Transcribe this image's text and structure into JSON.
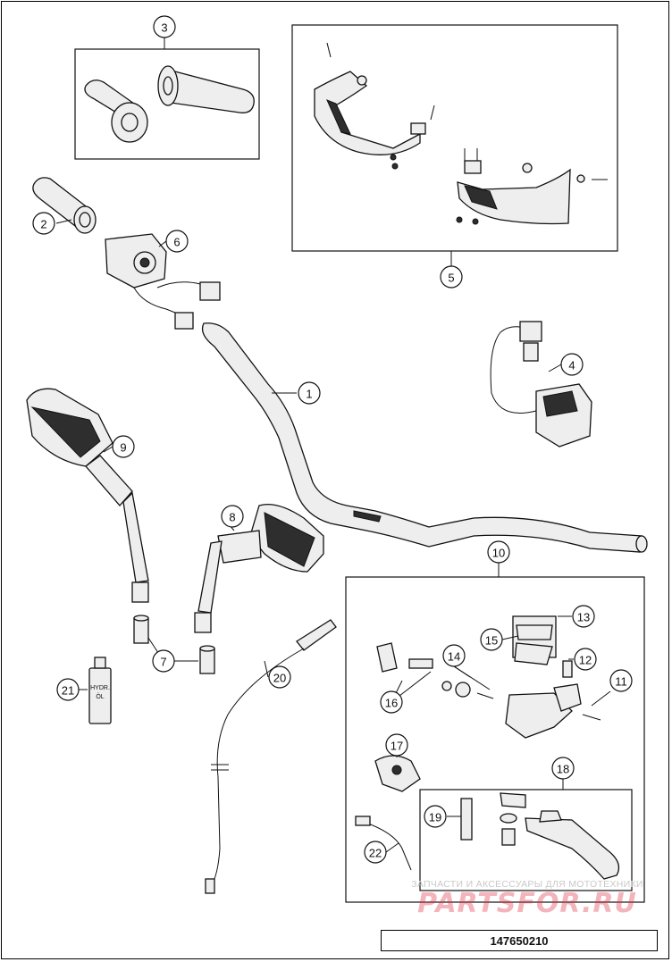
{
  "callouts": {
    "c1": "1",
    "c2": "2",
    "c3": "3",
    "c4": "4",
    "c5": "5",
    "c6": "6",
    "c7": "7",
    "c8": "8",
    "c9": "9",
    "c10": "10",
    "c11": "11",
    "c12": "12",
    "c13": "13",
    "c14": "14",
    "c15": "15",
    "c16": "16",
    "c17": "17",
    "c18": "18",
    "c19": "19",
    "c20": "20",
    "c21": "21",
    "c22": "22"
  },
  "bottle_label": "HYDR. ÖL",
  "watermark": {
    "small": "ЗАПЧАСТИ И АКСЕССУАРЫ ДЛЯ МОТОТЕХНИКИ",
    "brand": "PARTSFOR.RU"
  },
  "catalog_number": "147650210"
}
